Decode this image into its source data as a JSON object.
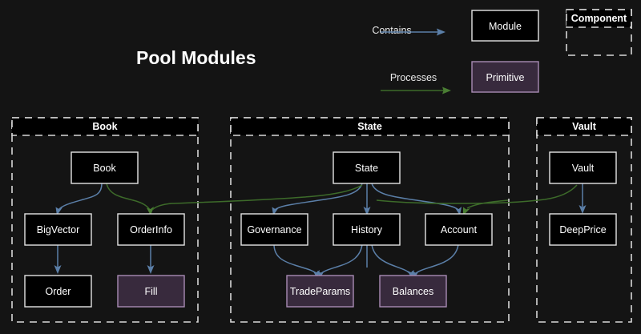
{
  "title": "Pool Modules",
  "background_color": "#141414",
  "legend": {
    "edges": [
      {
        "label": "Contains",
        "color": "#5b7fa8",
        "kind": "contains-arrow"
      },
      {
        "label": "Processes",
        "color": "#4a7d33",
        "kind": "processes-arrow"
      }
    ],
    "shapes": [
      {
        "label": "Module",
        "type": "module",
        "fill": "#000000",
        "stroke": "#e4e4e4"
      },
      {
        "label": "Primitive",
        "type": "primitive",
        "fill": "#382a3d",
        "stroke": "#a98bb5"
      },
      {
        "label": "Component",
        "type": "component",
        "fill": "none",
        "stroke": "#d8d8d8"
      }
    ]
  },
  "clusters": [
    {
      "name": "Book",
      "nodes": [
        {
          "label": "Book",
          "type": "module"
        },
        {
          "label": "BigVector",
          "type": "module"
        },
        {
          "label": "OrderInfo",
          "type": "module"
        },
        {
          "label": "Order",
          "type": "module"
        },
        {
          "label": "Fill",
          "type": "primitive"
        }
      ]
    },
    {
      "name": "State",
      "nodes": [
        {
          "label": "State",
          "type": "module"
        },
        {
          "label": "Governance",
          "type": "module"
        },
        {
          "label": "History",
          "type": "module"
        },
        {
          "label": "Account",
          "type": "module"
        },
        {
          "label": "TradeParams",
          "type": "primitive"
        },
        {
          "label": "Balances",
          "type": "primitive"
        }
      ]
    },
    {
      "name": "Vault",
      "nodes": [
        {
          "label": "Vault",
          "type": "module"
        },
        {
          "label": "DeepPrice",
          "type": "module"
        }
      ]
    }
  ],
  "edges": [
    {
      "from": "Book",
      "to": "BigVector",
      "kind": "contains"
    },
    {
      "from": "Book",
      "to": "OrderInfo",
      "kind": "contains"
    },
    {
      "from": "BigVector",
      "to": "Order",
      "kind": "contains"
    },
    {
      "from": "OrderInfo",
      "to": "Fill",
      "kind": "contains"
    },
    {
      "from": "State",
      "to": "Governance",
      "kind": "contains"
    },
    {
      "from": "State",
      "to": "History",
      "kind": "contains"
    },
    {
      "from": "State",
      "to": "Account",
      "kind": "contains"
    },
    {
      "from": "Governance",
      "to": "TradeParams",
      "kind": "contains"
    },
    {
      "from": "History",
      "to": "TradeParams",
      "kind": "contains"
    },
    {
      "from": "History",
      "to": "Balances",
      "kind": "contains"
    },
    {
      "from": "Account",
      "to": "Balances",
      "kind": "contains"
    },
    {
      "from": "Vault",
      "to": "DeepPrice",
      "kind": "contains"
    },
    {
      "from": "Book",
      "to": "Account",
      "kind": "processes"
    },
    {
      "from": "State",
      "to": "OrderInfo",
      "kind": "processes"
    },
    {
      "from": "Vault",
      "to": "OrderInfo",
      "kind": "processes"
    }
  ]
}
